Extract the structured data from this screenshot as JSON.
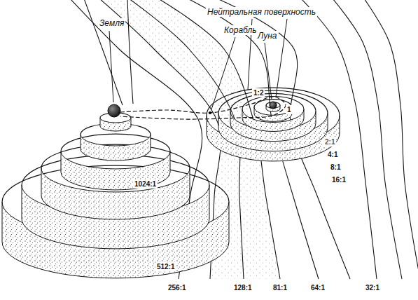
{
  "diagram": {
    "labels": [
      "Земля",
      "Нейтральная поверхность",
      "Корабль",
      "Луна",
      "1:2",
      "1",
      "2:1",
      "4:1",
      "8:1",
      "16:1",
      "1024:1",
      "512:1",
      "256:1",
      "128:1",
      "81:1",
      "64:1",
      "32:1"
    ]
  }
}
